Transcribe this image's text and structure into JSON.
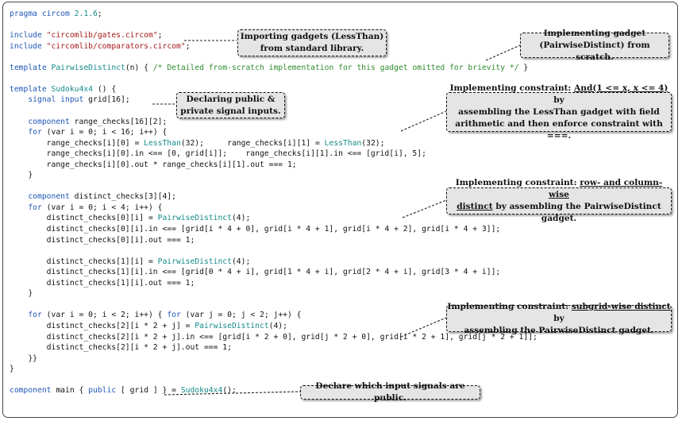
{
  "code": [
    [
      {
        "t": "pragma circom ",
        "c": "kw"
      },
      {
        "t": "2.1.6",
        "c": "num"
      },
      {
        "t": ";"
      }
    ],
    [],
    [
      {
        "t": "include ",
        "c": "kw"
      },
      {
        "t": "\"circomlib/gates.circom\"",
        "c": "str"
      },
      {
        "t": ";"
      }
    ],
    [
      {
        "t": "include ",
        "c": "kw"
      },
      {
        "t": "\"circomlib/comparators.circom\"",
        "c": "str"
      },
      {
        "t": ";"
      }
    ],
    [],
    [
      {
        "t": "template ",
        "c": "kw"
      },
      {
        "t": "PairwiseDistinct",
        "c": "fn"
      },
      {
        "t": "(n) { "
      },
      {
        "t": "/* Detailed from-scratch implementation for this gadget omitted for brievity */",
        "c": "cmt"
      },
      {
        "t": " }"
      }
    ],
    [],
    [
      {
        "t": "template ",
        "c": "kw"
      },
      {
        "t": "Sudoku4x4",
        "c": "fn"
      },
      {
        "t": " () {"
      }
    ],
    [
      {
        "t": "    signal input ",
        "c": "kw"
      },
      {
        "t": "grid[16];"
      }
    ],
    [],
    [
      {
        "t": "    component ",
        "c": "kw"
      },
      {
        "t": "range_checks[16][2];"
      }
    ],
    [
      {
        "t": "    for ",
        "c": "kw"
      },
      {
        "t": "(var i = 0; i < 16; i++) {"
      }
    ],
    [
      {
        "t": "        range_checks[i][0] = "
      },
      {
        "t": "LessThan",
        "c": "fn"
      },
      {
        "t": "(32);     range_checks[i][1] = "
      },
      {
        "t": "LessThan",
        "c": "fn"
      },
      {
        "t": "(32);"
      }
    ],
    [
      {
        "t": "        range_checks[i][0].in <== [0, grid[i]];    range_checks[i][1].in <== [grid[i], 5];"
      }
    ],
    [
      {
        "t": "        range_checks[i][0].out * range_checks[i][1].out === 1;"
      }
    ],
    [
      {
        "t": "    }"
      }
    ],
    [],
    [
      {
        "t": "    component ",
        "c": "kw"
      },
      {
        "t": "distinct_checks[3][4];"
      }
    ],
    [
      {
        "t": "    for ",
        "c": "kw"
      },
      {
        "t": "(var i = 0; i < 4; i++) {"
      }
    ],
    [
      {
        "t": "        distinct_checks[0][i] = "
      },
      {
        "t": "PairwiseDistinct",
        "c": "fn"
      },
      {
        "t": "(4);"
      }
    ],
    [
      {
        "t": "        distinct_checks[0][i].in <== [grid[i * 4 + 0], grid[i * 4 + 1], grid[i * 4 + 2], grid[i * 4 + 3]];"
      }
    ],
    [
      {
        "t": "        distinct_checks[0][i].out === 1;"
      }
    ],
    [],
    [
      {
        "t": "        distinct_checks[1][i] = "
      },
      {
        "t": "PairwiseDistinct",
        "c": "fn"
      },
      {
        "t": "(4);"
      }
    ],
    [
      {
        "t": "        distinct_checks[1][i].in <== [grid[0 * 4 + i], grid[1 * 4 + i], grid[2 * 4 + i], grid[3 * 4 + i]];"
      }
    ],
    [
      {
        "t": "        distinct_checks[1][i].out === 1;"
      }
    ],
    [
      {
        "t": "    }"
      }
    ],
    [],
    [
      {
        "t": "    for ",
        "c": "kw"
      },
      {
        "t": "(var i = 0; i < 2; i++) { "
      },
      {
        "t": "for ",
        "c": "kw"
      },
      {
        "t": "(var j = 0; j < 2; j++) {"
      }
    ],
    [
      {
        "t": "        distinct_checks[2][i * 2 + j] = "
      },
      {
        "t": "PairwiseDistinct",
        "c": "fn"
      },
      {
        "t": "(4);"
      }
    ],
    [
      {
        "t": "        distinct_checks[2][i * 2 + j].in <== [grid[i * 2 + 0], grid[j * 2 + 0], grid[i * 2 + 1], grid[j * 2 + 1]];"
      }
    ],
    [
      {
        "t": "        distinct_checks[2][i * 2 + j].out === 1;"
      }
    ],
    [
      {
        "t": "    }}"
      }
    ],
    [
      {
        "t": "}"
      }
    ],
    [],
    [
      {
        "t": "component ",
        "c": "kw"
      },
      {
        "t": "main { "
      },
      {
        "t": "public",
        "c": "kw"
      },
      {
        "t": " [ grid ] } = "
      },
      {
        "t": "Sudoku4x4",
        "c": "fn"
      },
      {
        "t": "();"
      }
    ]
  ],
  "callouts": [
    {
      "id": "importing-gadgets",
      "lines": [
        [
          {
            "t": "Importing gadgets (LessThan)"
          }
        ],
        [
          {
            "t": "from standard library."
          }
        ]
      ]
    },
    {
      "id": "implementing-pairwise",
      "lines": [
        [
          {
            "t": "Implementing gadget"
          }
        ],
        [
          {
            "t": "(PairwiseDistinct) from scratch."
          }
        ]
      ]
    },
    {
      "id": "declaring-signals",
      "lines": [
        [
          {
            "t": "Declaring public &"
          }
        ],
        [
          {
            "t": "private signal inputs."
          }
        ]
      ]
    },
    {
      "id": "range-constraint",
      "lines": [
        [
          {
            "t": "Implementing constraint: "
          },
          {
            "t": "And(1 <= x, x <= 4)",
            "u": true
          },
          {
            "t": " by"
          }
        ],
        [
          {
            "t": "assembling the LessThan gadget with field"
          }
        ],
        [
          {
            "t": "arithmetic and then enforce constraint with ===."
          }
        ]
      ]
    },
    {
      "id": "row-col-constraint",
      "lines": [
        [
          {
            "t": "Implementing constraint: "
          },
          {
            "t": "row- and column-wise",
            "u": true
          }
        ],
        [
          {
            "t": "distinct",
            "u": true
          },
          {
            "t": " by assembling the PairwiseDistinct gadget."
          }
        ]
      ]
    },
    {
      "id": "subgrid-constraint",
      "lines": [
        [
          {
            "t": "Implementing constraint: "
          },
          {
            "t": "subgrid-wise distinct",
            "u": true
          },
          {
            "t": " by"
          }
        ],
        [
          {
            "t": "assembling the PairwiseDistinct gadget."
          }
        ]
      ]
    },
    {
      "id": "public-inputs",
      "lines": [
        [
          {
            "t": "Declare which input signals are public."
          }
        ]
      ]
    }
  ]
}
